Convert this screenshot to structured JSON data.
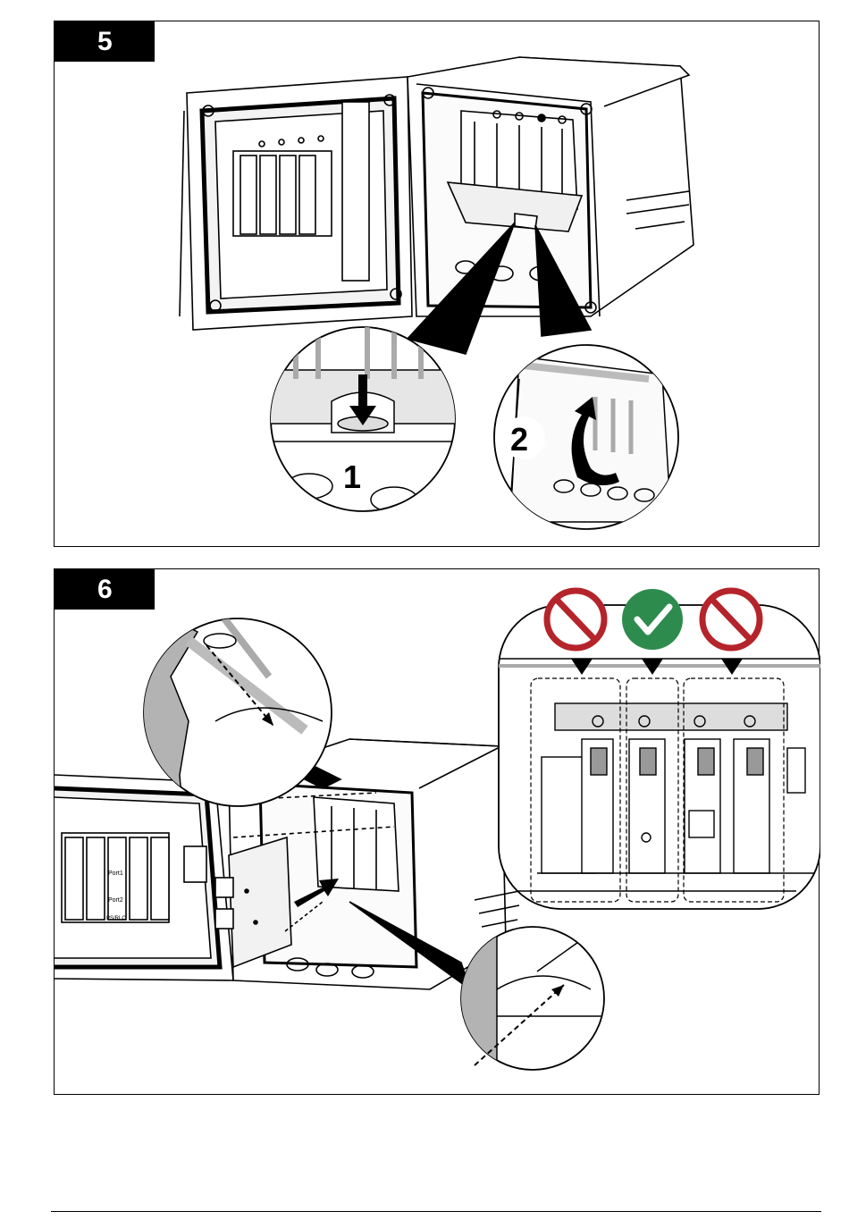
{
  "panel_5": {
    "step": "5",
    "callouts": [
      "1",
      "2"
    ]
  },
  "panel_6": {
    "step": "6",
    "slot_labels": [
      "Port1",
      "Port2",
      "PS/RLC"
    ],
    "slot_markers": [
      "prohibited-icon",
      "checkmark-icon",
      "prohibited-icon"
    ]
  },
  "colors": {
    "prohibited": "#b5242b",
    "correct": "#2e8b4e",
    "badge": "#000000"
  }
}
